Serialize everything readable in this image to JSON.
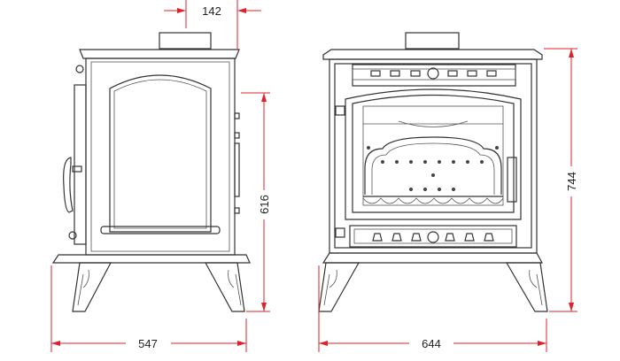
{
  "drawing": {
    "side_view": {
      "flue_width": "142",
      "height_to_flue_centre": "616",
      "depth": "547"
    },
    "front_view": {
      "total_height": "744",
      "width": "644"
    },
    "colors": {
      "outline": "#333333",
      "dimension": "#e0202a"
    }
  }
}
